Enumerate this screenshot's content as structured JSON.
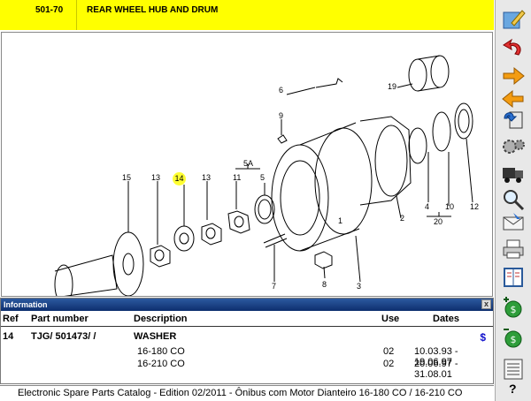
{
  "header": {
    "code": "501-70",
    "title": "REAR WHEEL HUB AND DRUM"
  },
  "drawing": {
    "callouts": [
      "6",
      "19",
      "9",
      "14",
      "13",
      "13",
      "15",
      "5A",
      "11",
      "5",
      "4",
      "10",
      "12",
      "2",
      "20",
      "1",
      "7",
      "8",
      "3"
    ],
    "highlighted": "14",
    "highlight_color": "#ffff33"
  },
  "info": {
    "title": "Information",
    "close": "x",
    "columns": {
      "ref": "Ref",
      "part": "Part number",
      "desc": "Description",
      "use": "Use",
      "dates": "Dates"
    },
    "price_symbol": "$",
    "rows": [
      {
        "ref": "14",
        "part": "TJG/  501473/  /",
        "desc": "WASHER",
        "use": "",
        "dates": ""
      },
      {
        "ref": "",
        "part": "",
        "desc": "16-180 CO",
        "use": "02",
        "dates": "10.03.93 - 19.06.97"
      },
      {
        "ref": "",
        "part": "",
        "desc": "16-210 CO",
        "use": "02",
        "dates": "20.06.97 - 31.08.01"
      }
    ]
  },
  "footer": {
    "text": "Electronic Spare Parts Catalog - Edition 02/2011 - Ônibus com Motor Dianteiro 16-180 CO / 16-210 CO"
  },
  "toolbar": {
    "help": "?",
    "buttons": [
      "pencil-edit-icon",
      "undo-arrow-icon",
      "forward-arrow-icon",
      "back-arrow-icon",
      "refresh-icon",
      "gears-icon",
      "truck-icon",
      "search-icon",
      "mail-icon",
      "printer-icon",
      "book-icon",
      "money-add-icon",
      "money-remove-icon",
      "list-icon",
      "help-icon"
    ]
  },
  "colors": {
    "header_bg": "#ffff00",
    "info_bar": "#1a3f82",
    "dollar": "#1111cc"
  }
}
